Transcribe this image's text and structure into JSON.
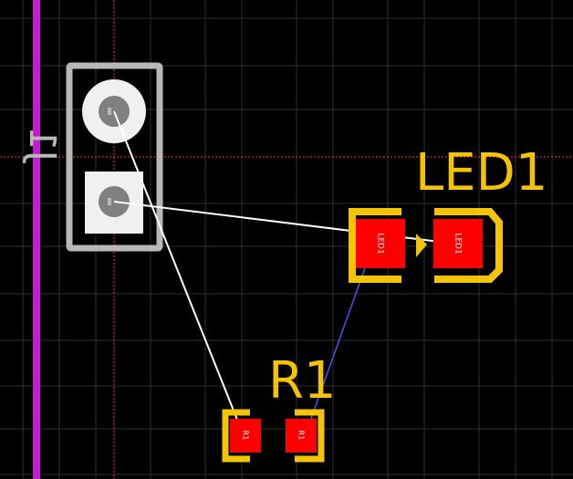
{
  "board": {
    "background": "#000000",
    "grid_color": "#2f2f2f",
    "crosshair_color": "#ff3030",
    "edge_cut_color": "#c61bd0"
  },
  "colors": {
    "front_silkscreen": "#f5c400",
    "front_copper_pad": "#ff0000",
    "hole": "#808080",
    "ratsnest": "#ffffff",
    "highlighted_net": "#5050ff",
    "back_silkscreen": "#b8b8b8",
    "pad_fill_light": "#f0f0f0"
  },
  "components": {
    "connector": {
      "reference": "J1",
      "pads": [
        {
          "number": "1",
          "shape": "round"
        },
        {
          "number": "2",
          "shape": "square"
        }
      ]
    },
    "led": {
      "reference": "LED1",
      "pad_labels": [
        "LED1",
        "LED1"
      ]
    },
    "resistor": {
      "reference": "R1",
      "pad_labels": [
        "R1",
        "R1"
      ]
    }
  }
}
